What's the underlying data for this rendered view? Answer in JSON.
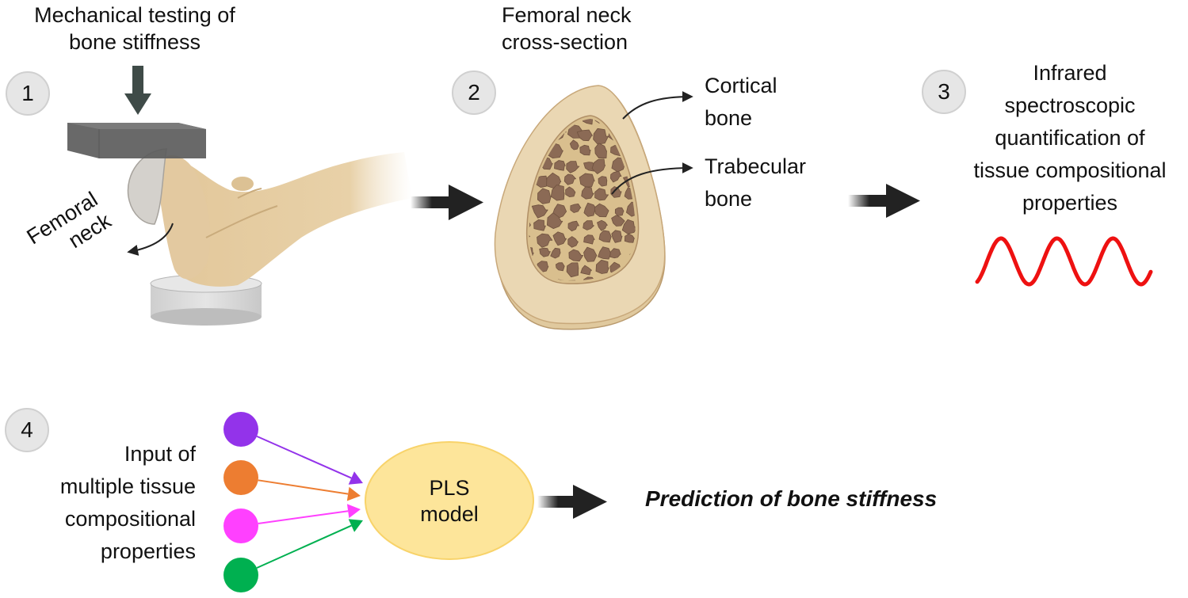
{
  "steps": [
    {
      "number": "1",
      "title_lines": [
        "Mechanical testing of",
        "bone stiffness"
      ],
      "annotation_lines": [
        "Femoral",
        "neck"
      ]
    },
    {
      "number": "2",
      "title_lines": [
        "Femoral neck",
        "cross-section"
      ],
      "labels": [
        {
          "lines": [
            "Cortical",
            "bone"
          ]
        },
        {
          "lines": [
            "Trabecular",
            "bone"
          ]
        }
      ]
    },
    {
      "number": "3",
      "title_lines": [
        "Infrared",
        "spectroscopic",
        "quantification of",
        "tissue compositional",
        "properties"
      ]
    },
    {
      "number": "4",
      "title_lines": [
        "Input of",
        "multiple tissue",
        "compositional",
        "properties"
      ]
    }
  ],
  "model": {
    "lines": [
      "PLS",
      "model"
    ]
  },
  "output": {
    "label": "Prediction of bone stiffness"
  },
  "inputs": [
    {
      "name": "input-1",
      "color": "#9333ea"
    },
    {
      "name": "input-2",
      "color": "#ed7d31"
    },
    {
      "name": "input-3",
      "color": "#ff40ff"
    },
    {
      "name": "input-4",
      "color": "#00b050"
    }
  ],
  "colors": {
    "bone_light": "#e6d3ad",
    "bone_mid": "#d9bf8e",
    "trabecular": "#8b6a55",
    "model_fill": "#fde59a",
    "model_stroke": "#f8d36a",
    "spectrum": "#ee1111",
    "arrow": "#222222",
    "step_circle": "#e6e6e6"
  }
}
